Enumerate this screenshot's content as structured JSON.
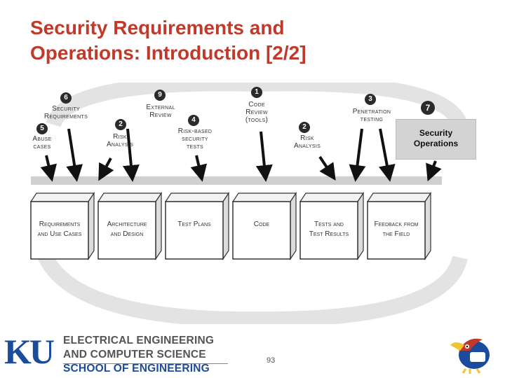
{
  "slide": {
    "title_line1": "Security Requirements and",
    "title_line2": "Operations: Introduction [2/2]",
    "page_number": "93"
  },
  "diagram": {
    "top_labels": [
      {
        "number": "6",
        "text": "Security\nRequirements"
      },
      {
        "number": "5",
        "text": "Abuse\ncases"
      },
      {
        "number": "2",
        "text": "Risk\nAnalysis"
      },
      {
        "number": "9",
        "text": "External\nReview"
      },
      {
        "number": "4",
        "text": "Risk-based\nsecurity\ntests"
      },
      {
        "number": "1",
        "text": "Code\nReview\n(tools)"
      },
      {
        "number": "2",
        "text": "Risk\nAnalysis"
      },
      {
        "number": "3",
        "text": "Penetration\ntesting"
      },
      {
        "number": "7",
        "text": "Security\nOperations"
      }
    ],
    "boxes": [
      "Requirements\nand Use Cases",
      "Architecture\nand Design",
      "Test Plans",
      "Code",
      "Tests and\nTest Results",
      "Feedback from\nthe Field"
    ]
  },
  "footer": {
    "logo_text": "KU",
    "dept_line1": "ELECTRICAL ENGINEERING",
    "dept_line2": "AND COMPUTER SCIENCE",
    "dept_line3": "SCHOOL OF ENGINEERING"
  },
  "colors": {
    "title": "#c0392b",
    "ku_blue": "#1a4b9c",
    "cycle_gray": "#e3e3e3"
  }
}
